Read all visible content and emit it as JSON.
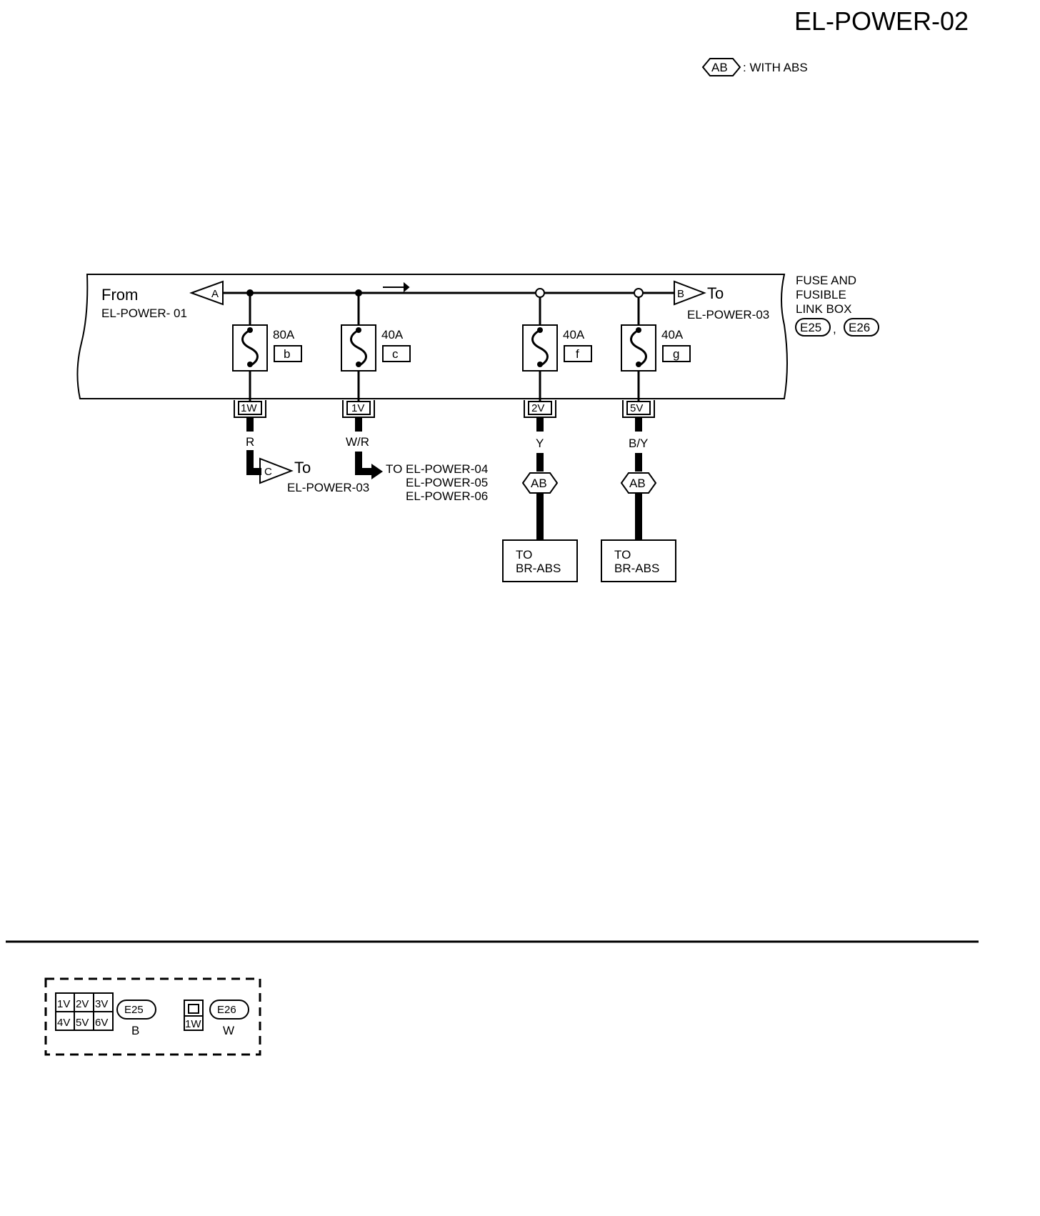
{
  "page_title": "EL-POWER-02",
  "legend": {
    "badge": "AB",
    "text": ": WITH ABS"
  },
  "box_label": [
    "FUSE AND",
    "FUSIBLE",
    "LINK BOX"
  ],
  "box_connectors": [
    "E25",
    "E26"
  ],
  "from_block": {
    "word": "From",
    "ref": "EL-POWER- 01",
    "tag": "A"
  },
  "to_top": {
    "tag": "B",
    "word": "To",
    "ref": "EL-POWER-03"
  },
  "fuses": [
    {
      "rating": "80A",
      "id": "b",
      "terminal": "1W",
      "wire": "R"
    },
    {
      "rating": "40A",
      "id": "c",
      "terminal": "1V",
      "wire": "W/R"
    },
    {
      "rating": "40A",
      "id": "f",
      "terminal": "2V",
      "wire": "Y"
    },
    {
      "rating": "40A",
      "id": "g",
      "terminal": "5V",
      "wire": "B/Y"
    }
  ],
  "to_c": {
    "tag": "C",
    "word": "To",
    "ref": "EL-POWER-03"
  },
  "to_multi": [
    "TO EL-POWER-04",
    "EL-POWER-05",
    "EL-POWER-06"
  ],
  "abs_badges": [
    "AB",
    "AB"
  ],
  "abs_boxes": [
    {
      "line1": "TO",
      "line2": "BR-ABS"
    },
    {
      "line1": "TO",
      "line2": "BR-ABS"
    }
  ],
  "connector_views": [
    {
      "id": "E25",
      "color": "B",
      "cells": [
        "1V",
        "2V",
        "3V",
        "4V",
        "5V",
        "6V"
      ]
    },
    {
      "id": "E26",
      "color": "W",
      "cells": [
        "1W"
      ]
    }
  ]
}
